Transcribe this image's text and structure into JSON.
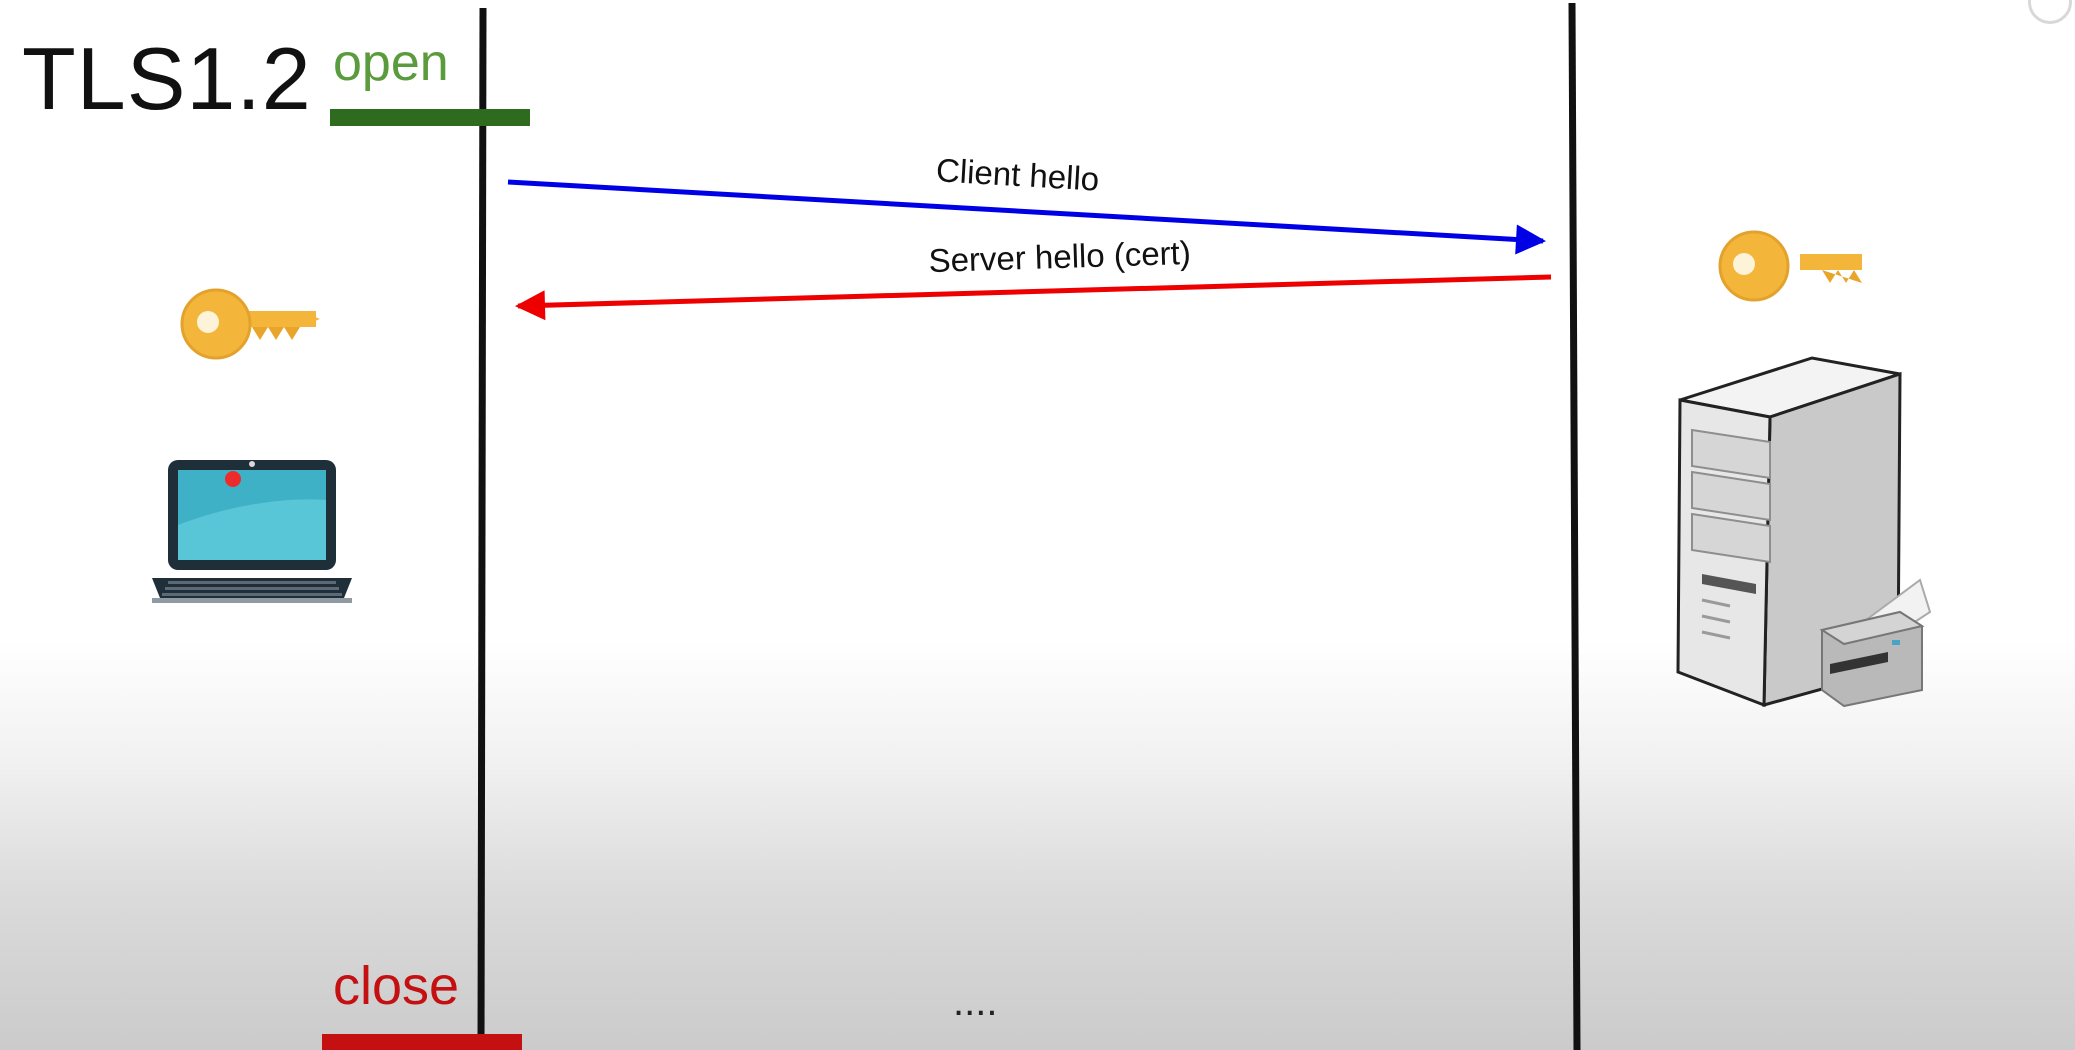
{
  "title": "TLS1.2",
  "open_label": "open",
  "close_label": "close",
  "ellipsis": "....",
  "messages": [
    {
      "label": "Client hello",
      "direction": "client-to-server",
      "color": "#0000e6"
    },
    {
      "label": "Server hello (cert)",
      "direction": "server-to-client",
      "color": "#ee0000"
    }
  ],
  "colors": {
    "open": "#2e6b1f",
    "open_text": "#5a9b3e",
    "close": "#c41010",
    "lifeline": "#111111",
    "key": "#f4b63a"
  },
  "icons": {
    "client_key": "key-icon",
    "server_key": "key-icon",
    "client": "laptop-icon",
    "server": "server-tower-icon",
    "printer": "printer-icon"
  }
}
